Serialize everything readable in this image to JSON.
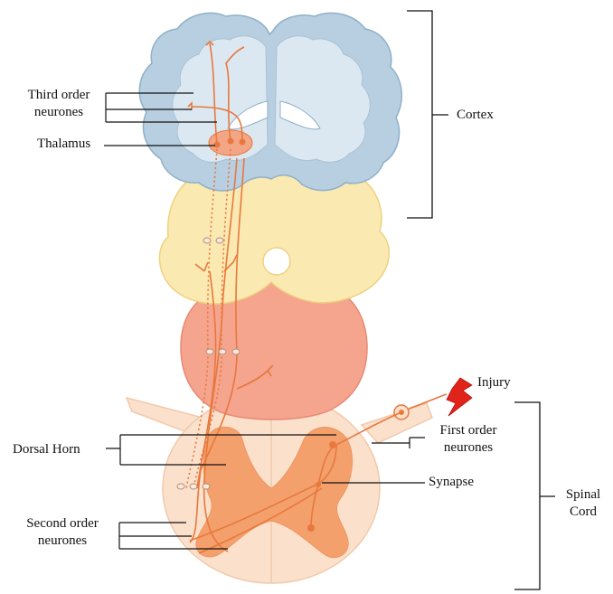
{
  "labels": {
    "third_order": "Third order\nneurones",
    "thalamus": "Thalamus",
    "cortex": "Cortex",
    "injury": "Injury",
    "first_order": "First order\nneurones",
    "synapse": "Synapse",
    "spinal_cord": "Spinal\nCord",
    "dorsal_horn": "Dorsal Horn",
    "second_order": "Second order\nneurones"
  },
  "colors": {
    "cortex_fill": "#b7cfe0",
    "cortex_inner": "#dce8f1",
    "cortex_stroke": "#8fb0c8",
    "midbrain_fill": "#fbe9b2",
    "midbrain_stroke": "#eed27e",
    "medulla_fill": "#f5a48e",
    "medulla_stroke": "#e68a73",
    "spinal_fill": "#fbe1cc",
    "spinal_stroke": "#f0c9ab",
    "grey_matter": "#f3a06c",
    "thalamus_fill": "#f2a685",
    "neuron": "#e8783d",
    "injury": "#e0231b",
    "line": "#111111"
  }
}
